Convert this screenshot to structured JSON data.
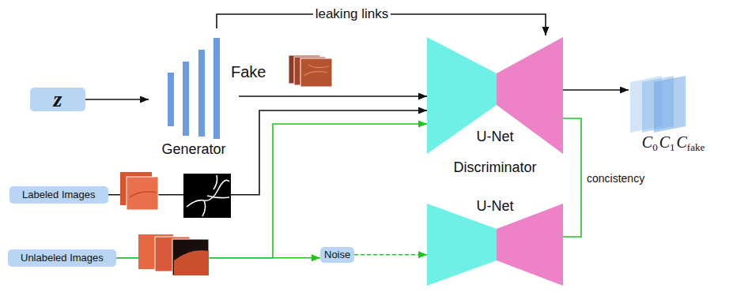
{
  "diagram": {
    "nodes": [
      {
        "text": [
          "z"
        ]
      },
      {
        "text": [
          "Generator"
        ]
      },
      {
        "text": [
          "U-Net",
          "Discriminator"
        ]
      },
      {
        "text": [
          "C",
          "0",
          "C",
          "1",
          "C",
          "fake"
        ]
      },
      {
        "text": [
          "Labeled Images"
        ]
      },
      {
        "text": [
          "Unlabeled Images"
        ]
      },
      {
        "text": [
          "Noise"
        ]
      },
      {
        "text": [
          "U-Net"
        ]
      }
    ],
    "edges": [
      {
        "from": 0,
        "to": 1,
        "arrow": "to"
      },
      {
        "from": 1,
        "to": 2,
        "arrow": "to"
      },
      {
        "from": 1,
        "to": 2,
        "arrow": "to",
        "label": "leaking links"
      },
      {
        "from": 2,
        "to": 3,
        "arrow": "to"
      },
      {
        "from": 4,
        "to": 2,
        "arrow": "to"
      },
      {
        "from": 5,
        "to": 2,
        "arrow": "to"
      },
      {
        "from": 5,
        "to": 6,
        "arrow": "to"
      },
      {
        "from": 6,
        "to": 7,
        "arrow": "to"
      },
      {
        "from": 2,
        "to": 7,
        "arrow": "none",
        "label": "concistency"
      }
    ],
    "labels": [
      "Fake"
    ]
  }
}
